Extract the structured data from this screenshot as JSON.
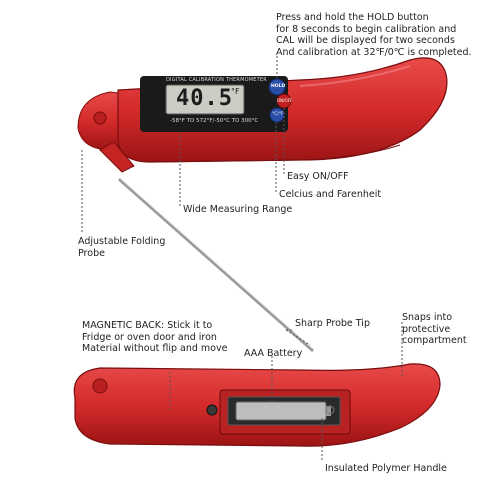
{
  "device": {
    "top_label": "DIGITAL CALIBRATION THERMOMETER",
    "display_reading": "40.5",
    "display_unit": "°F",
    "range_text": "-58°F TO 572°F/-50°C TO 300°C",
    "button_hold": "HOLD",
    "button_on_off": "ON/OFF",
    "button_cal": "°C/°F"
  },
  "callouts": {
    "hold_instructions": [
      "Press and hold the HOLD button",
      "for 8 seconds to begin calibration and",
      "CAL will be displayed for two seconds",
      "And calibration at 32℉/0℃ is completed."
    ],
    "easy_on_off": "Easy ON/OFF",
    "celsius_fahrenheit": "Celcius and Farenheit",
    "wide_range": "Wide Measuring Range",
    "folding_probe": [
      "Adjustable Folding",
      "Probe"
    ],
    "magnetic_back": [
      "MAGNETIC BACK: Stick it to",
      "Fridge or oven door and iron",
      "Material without flip and move"
    ],
    "sharp_probe_tip": "Sharp Probe Tip",
    "snaps_into": [
      "Snaps into",
      "protective",
      "compartment"
    ],
    "aaa_battery": "AAA Battery",
    "insulated_handle": "Insulated Polymer Handle"
  },
  "colors": {
    "body_red": "#d42b2b",
    "body_dark_red": "#a81818",
    "lcd_bg": "#c9cdc4",
    "lcd_dark": "#1c1c1c",
    "button_blue": "#2a4fa8"
  }
}
